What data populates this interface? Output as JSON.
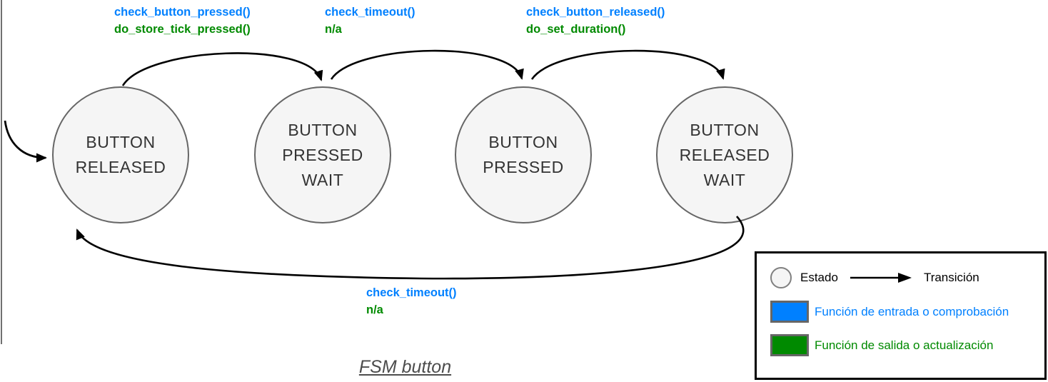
{
  "diagram": {
    "title": "FSM button",
    "states": [
      {
        "name": "BUTTON RELEASED",
        "lines": [
          "BUTTON",
          "RELEASED"
        ]
      },
      {
        "name": "BUTTON PRESSED WAIT",
        "lines": [
          "BUTTON",
          "PRESSED",
          "WAIT"
        ]
      },
      {
        "name": "BUTTON PRESSED",
        "lines": [
          "BUTTON",
          "PRESSED"
        ]
      },
      {
        "name": "BUTTON RELEASED WAIT",
        "lines": [
          "BUTTON",
          "RELEASED",
          "WAIT"
        ]
      }
    ],
    "transitions": [
      {
        "from": "BUTTON RELEASED",
        "to": "BUTTON PRESSED WAIT",
        "check": "check_button_pressed()",
        "action": "do_store_tick_pressed()"
      },
      {
        "from": "BUTTON PRESSED WAIT",
        "to": "BUTTON PRESSED",
        "check": "check_timeout()",
        "action": "n/a"
      },
      {
        "from": "BUTTON PRESSED",
        "to": "BUTTON RELEASED WAIT",
        "check": "check_button_released()",
        "action": "do_set_duration()"
      },
      {
        "from": "BUTTON RELEASED WAIT",
        "to": "BUTTON RELEASED",
        "check": "check_timeout()",
        "action": "n/a"
      }
    ]
  },
  "legend": {
    "state_label": "Estado",
    "transition_label": "Transición",
    "entry_function_label": "Función de entrada o comprobación",
    "exit_function_label": "Función de salida o actualización"
  },
  "colors": {
    "check_function_blue": "#0080ff",
    "action_function_green": "#008a00",
    "state_fill": "#f5f5f5",
    "state_stroke": "#666666",
    "arrow": "#000000",
    "title_gray": "#4d4d4d"
  }
}
